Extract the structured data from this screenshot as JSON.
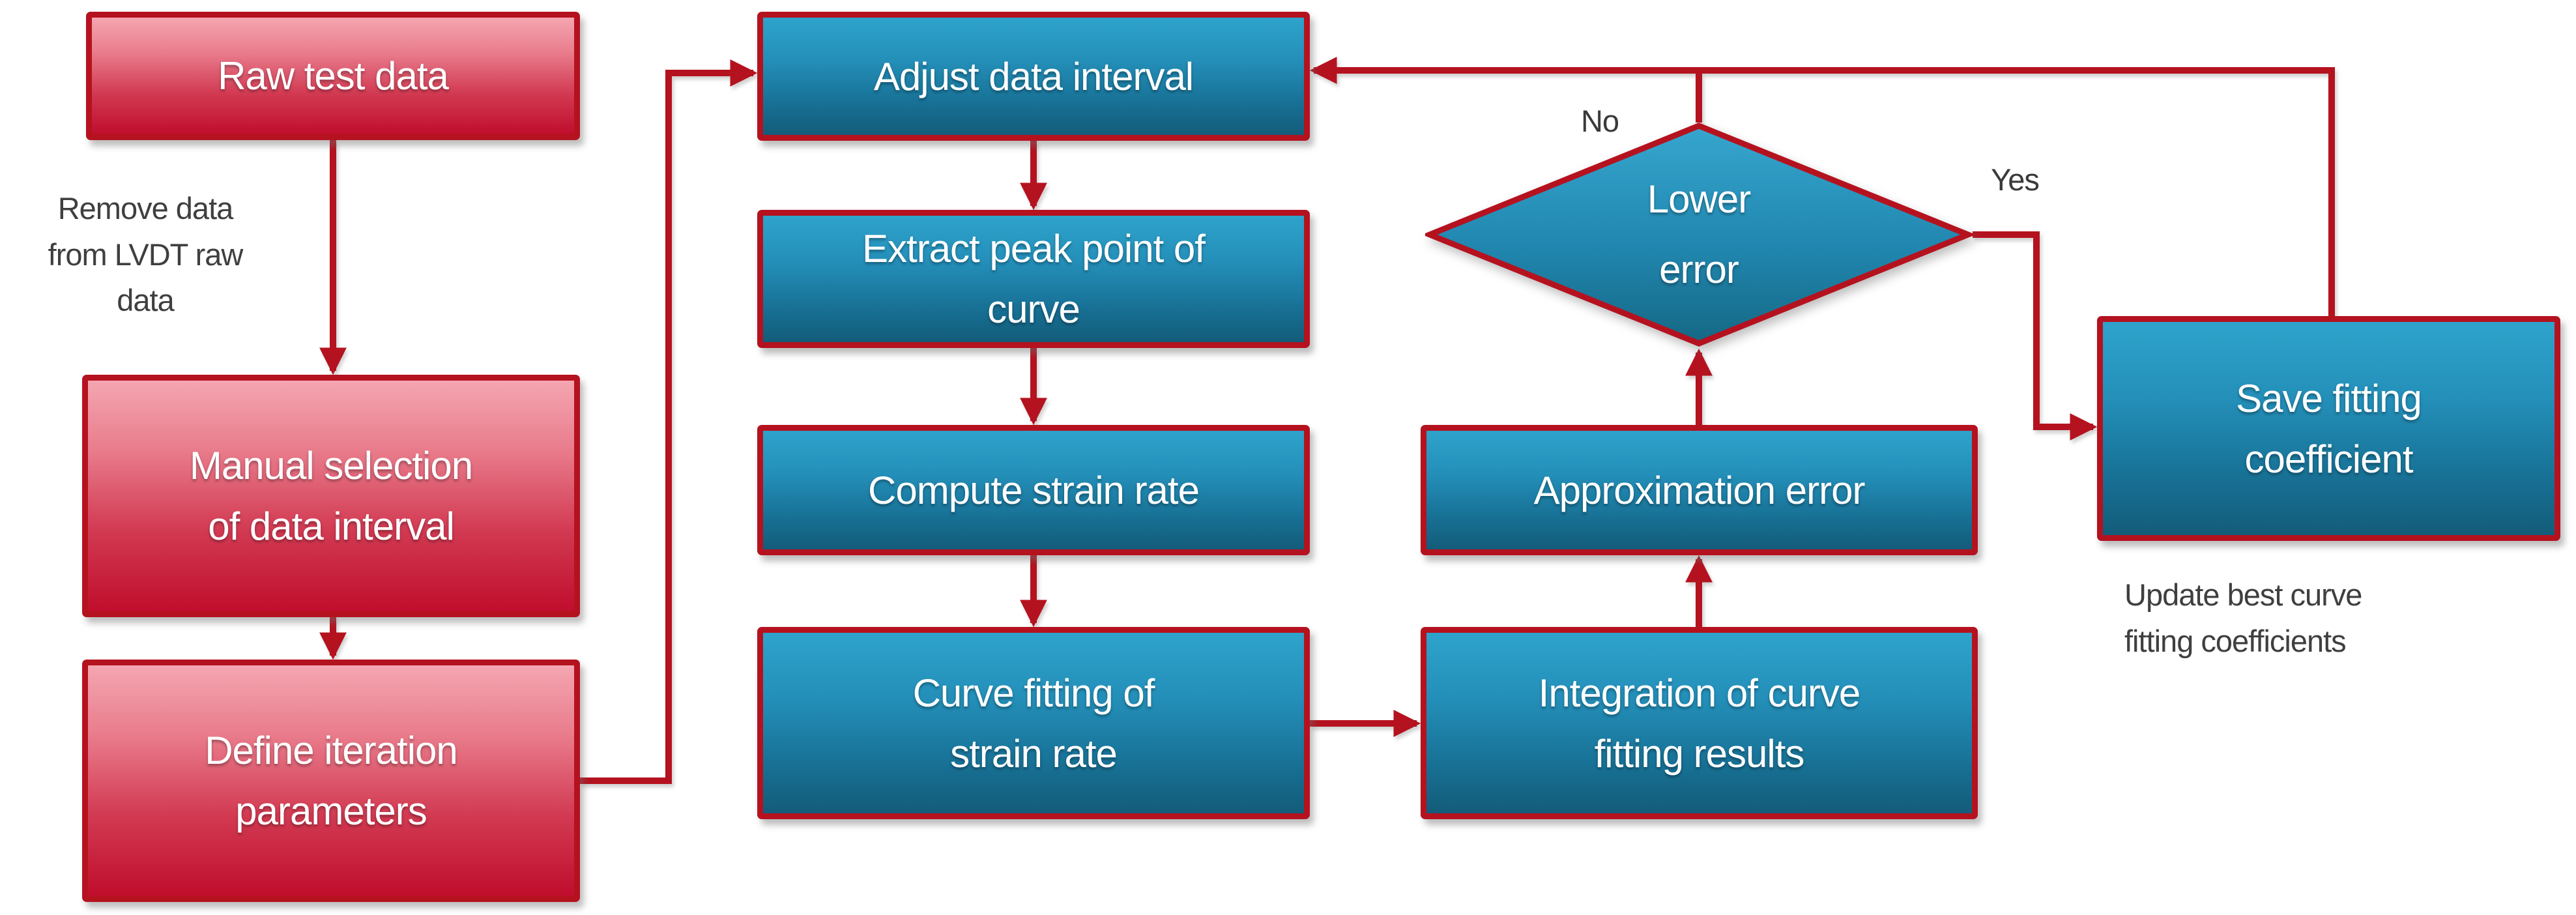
{
  "flowchart": {
    "nodes": [
      {
        "id": "raw-test-data",
        "label": "Raw test data",
        "color": "red",
        "shape": "rect"
      },
      {
        "id": "manual-selection",
        "label": "Manual selection\nof data interval",
        "color": "red",
        "shape": "rect"
      },
      {
        "id": "define-iteration",
        "label": "Define iteration\nparameters",
        "color": "red",
        "shape": "rect"
      },
      {
        "id": "adjust-data-interval",
        "label": "Adjust data interval",
        "color": "blue",
        "shape": "rect"
      },
      {
        "id": "extract-peak",
        "label": "Extract peak point of\ncurve",
        "color": "blue",
        "shape": "rect"
      },
      {
        "id": "compute-strain-rate",
        "label": "Compute strain rate",
        "color": "blue",
        "shape": "rect"
      },
      {
        "id": "curve-fitting",
        "label": "Curve fitting of\nstrain rate",
        "color": "blue",
        "shape": "rect"
      },
      {
        "id": "integration",
        "label": "Integration of curve\nfitting results",
        "color": "blue",
        "shape": "rect"
      },
      {
        "id": "approximation-error",
        "label": "Approximation error",
        "color": "blue",
        "shape": "rect"
      },
      {
        "id": "lower-error",
        "label": "Lower\nerror",
        "color": "blue",
        "shape": "diamond"
      },
      {
        "id": "save-fitting",
        "label": "Save fitting\ncoefficient",
        "color": "blue",
        "shape": "rect"
      }
    ],
    "annotations": [
      {
        "id": "remove-data-note",
        "text": "Remove data\nfrom LVDT raw\ndata"
      },
      {
        "id": "update-note",
        "text": "Update best curve\nfitting coefficients"
      }
    ],
    "edge_labels": [
      {
        "id": "no-label",
        "text": "No"
      },
      {
        "id": "yes-label",
        "text": "Yes"
      }
    ],
    "colors": {
      "border_and_arrows": "#b5121f",
      "red_box_top": "#f4a6b1",
      "red_box_bottom": "#c00e2d",
      "blue_box_top": "#2ea3cb",
      "blue_box_bottom": "#135c79",
      "annotation_text": "#3f3f3f",
      "box_text": "#ffffff"
    }
  }
}
